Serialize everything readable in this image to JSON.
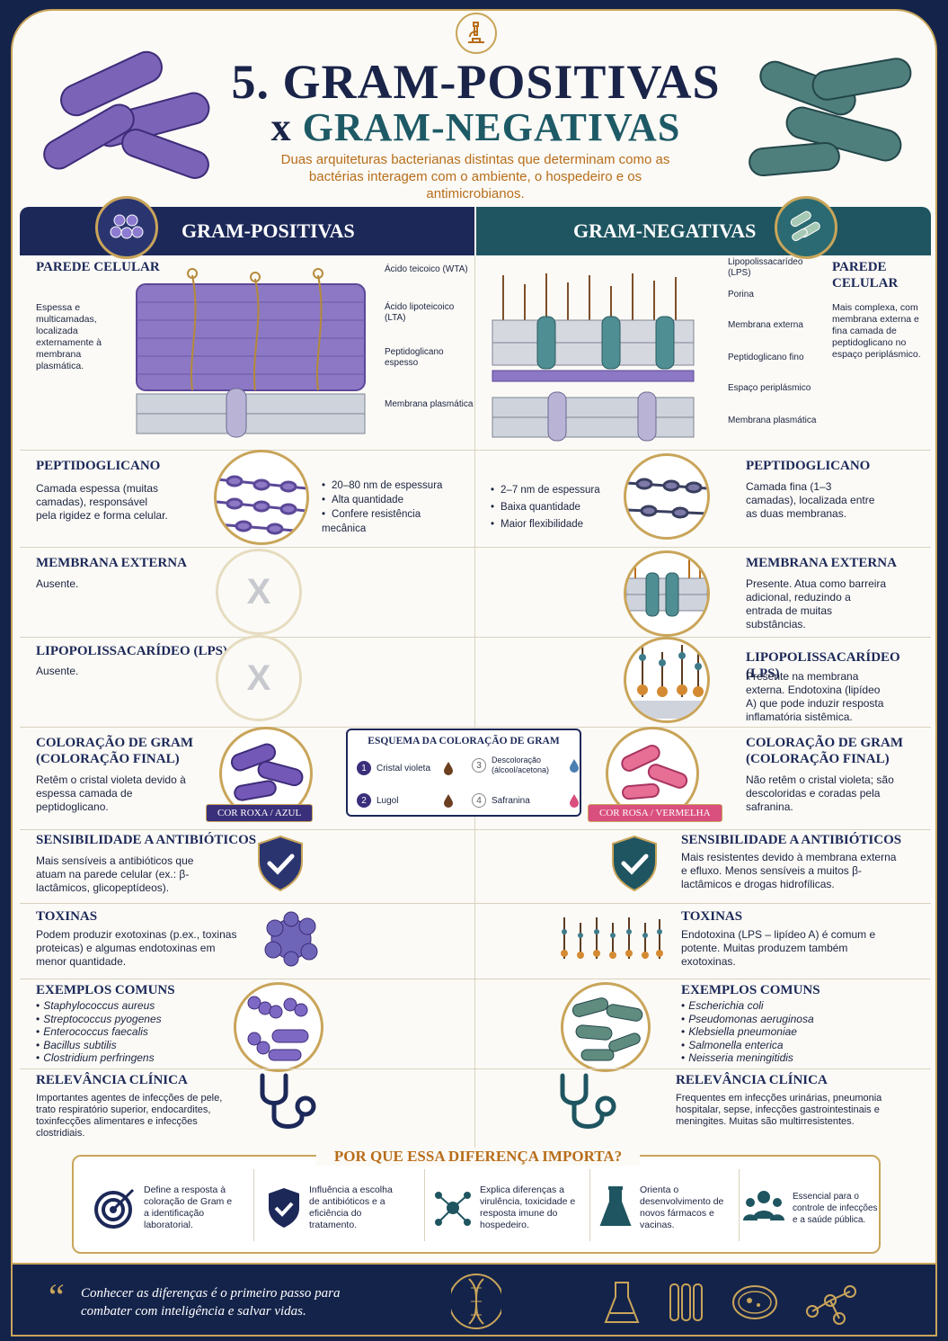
{
  "title_line1": "5. GRAM-POSITIVAS",
  "title_x": "x",
  "title_line2": "GRAM-NEGATIVAS",
  "subtitle": "Duas arquiteturas bacterianas distintas que determinam como as bactérias interagem com o ambiente, o hospedeiro e os antimicrobianos.",
  "colors": {
    "navy": "#1c2858",
    "teal": "#1e5560",
    "gold": "#c9a55a",
    "orange": "#b86d1a",
    "purple": "#6b4fa8",
    "pink": "#d94f7e"
  },
  "left": {
    "header": "GRAM-POSITIVAS",
    "wall_title": "PAREDE CELULAR",
    "wall_text": "Espessa e multicamadas, localizada externamente à membrana plasmática.",
    "wall_labels": [
      "Ácido teicoico (WTA)",
      "Ácido lipoteicoico (LTA)",
      "Peptidoglicano espesso",
      "Membrana plasmática"
    ],
    "pg_title": "PEPTIDOGLICANO",
    "pg_text": "Camada espessa (muitas camadas), responsável pela rigidez e forma celular.",
    "pg_bullets": [
      "20–80 nm de espessura",
      "Alta quantidade",
      "Confere resistência mecânica"
    ],
    "om_title": "MEMBRANA EXTERNA",
    "om_text": "Ausente.",
    "lps_title": "LIPOPOLISSACARÍDEO (LPS)",
    "lps_text": "Ausente.",
    "stain_title": "COLORAÇÃO DE GRAM (COLORAÇÃO FINAL)",
    "stain_text": "Retêm o cristal violeta devido à espessa camada de peptidoglicano.",
    "stain_tag": "COR ROXA / AZUL",
    "ab_title": "SENSIBILIDADE A ANTIBIÓTICOS",
    "ab_text": "Mais sensíveis a antibióticos que atuam na parede celular (ex.: β-lactâmicos, glicopeptídeos).",
    "tox_title": "TOXINAS",
    "tox_text": "Podem produzir exotoxinas (p.ex., toxinas proteicas) e algumas endotoxinas em menor quantidade.",
    "ex_title": "EXEMPLOS COMUNS",
    "examples": [
      "Staphylococcus aureus",
      "Streptococcus pyogenes",
      "Enterococcus faecalis",
      "Bacillus subtilis",
      "Clostridium perfringens"
    ],
    "cl_title": "RELEVÂNCIA CLÍNICA",
    "cl_text": "Importantes agentes de infecções de pele, trato respiratório superior, endocardites, toxinfecções alimentares e infecções clostridiais."
  },
  "right": {
    "header": "GRAM-NEGATIVAS",
    "wall_title": "PAREDE CELULAR",
    "wall_text": "Mais complexa, com membrana externa e fina camada de peptidoglicano no espaço periplásmico.",
    "wall_labels": [
      "Lipopolissacarídeo (LPS)",
      "Porina",
      "Membrana externa",
      "Peptidoglicano fino",
      "Espaço periplásmico",
      "Membrana plasmática"
    ],
    "pg_title": "PEPTIDOGLICANO",
    "pg_text": "Camada fina (1–3 camadas), localizada entre as duas membranas.",
    "pg_bullets": [
      "2–7 nm de espessura",
      "Baixa quantidade",
      "Maior flexibilidade"
    ],
    "om_title": "MEMBRANA EXTERNA",
    "om_text": "Presente. Atua como barreira adicional, reduzindo a entrada de muitas substâncias.",
    "lps_title": "LIPOPOLISSACARÍDEO (LPS)",
    "lps_text": "Presente na membrana externa. Endotoxina (lipídeo A) que pode induzir resposta inflamatória sistêmica.",
    "stain_title": "COLORAÇÃO DE GRAM (COLORAÇÃO FINAL)",
    "stain_text": "Não retêm o cristal violeta; são descoloridas e coradas pela safranina.",
    "stain_tag": "COR ROSA / VERMELHA",
    "ab_title": "SENSIBILIDADE A ANTIBIÓTICOS",
    "ab_text": "Mais resistentes devido à membrana externa e efluxo. Menos sensíveis a muitos β-lactâmicos e drogas hidrofílicas.",
    "tox_title": "TOXINAS",
    "tox_text": "Endotoxina (LPS – lipídeo A) é comum e potente. Muitas produzem também exotoxinas.",
    "ex_title": "EXEMPLOS COMUNS",
    "examples": [
      "Escherichia coli",
      "Pseudomonas aeruginosa",
      "Klebsiella pneumoniae",
      "Salmonella enterica",
      "Neisseria meningitidis"
    ],
    "cl_title": "RELEVÂNCIA CLÍNICA",
    "cl_text": "Frequentes em infecções urinárias, pneumonia hospitalar, sepse, infecções gastrointestinais e meningites. Muitas são multirresistentes."
  },
  "gram_scheme": {
    "title": "ESQUEMA DA COLORAÇÃO DE GRAM",
    "steps": [
      {
        "num": "1",
        "label": "Cristal violeta"
      },
      {
        "num": "2",
        "label": "Lugol"
      },
      {
        "num": "3",
        "label": "Descoloração (álcool/acetona)"
      },
      {
        "num": "4",
        "label": "Safranina"
      }
    ]
  },
  "why": {
    "title": "POR QUE ESSA DIFERENÇA IMPORTA?",
    "items": [
      {
        "icon": "target-icon",
        "text": "Define a resposta à coloração de Gram e a identificação laboratorial."
      },
      {
        "icon": "shield-icon",
        "text": "Influência a escolha de antibióticos e a eficiência do tratamento."
      },
      {
        "icon": "molecule-icon",
        "text": "Explica diferenças a virulência, toxicidade e resposta imune do hospedeiro."
      },
      {
        "icon": "flask-icon",
        "text": "Orienta o desenvolvimento de novos fármacos e vacinas."
      },
      {
        "icon": "people-icon",
        "text": "Essencial para o controle de infecções e a saúde pública."
      }
    ]
  },
  "footer_quote": "Conhecer as diferenças é o primeiro passo para combater com inteligência e salvar vidas."
}
